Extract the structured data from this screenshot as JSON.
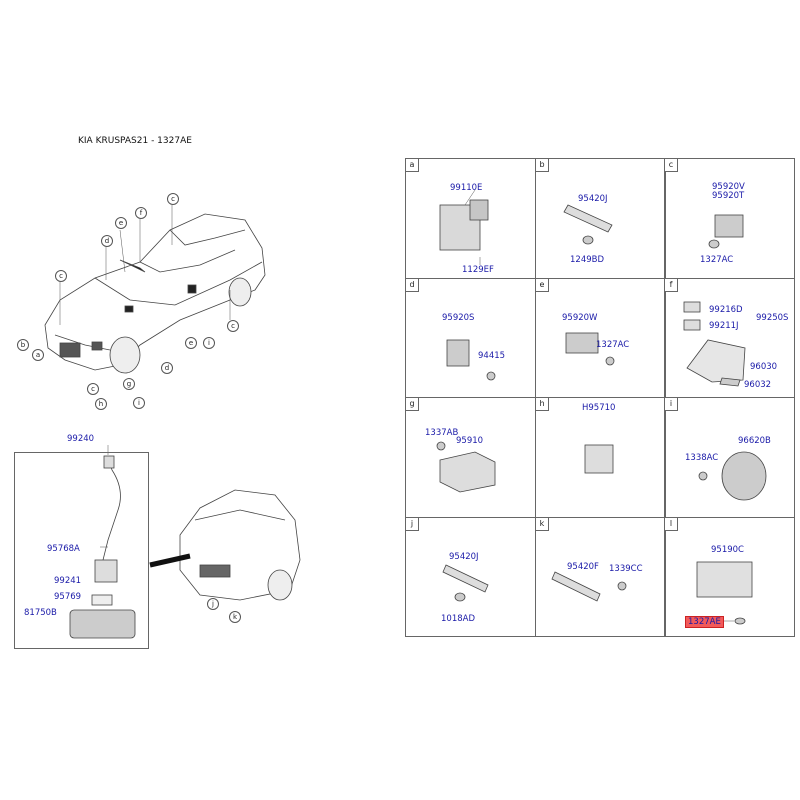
{
  "title": "KIA KRUSPAS21 - 1327AE",
  "cells": [
    {
      "letter": "a",
      "parts": [
        "99110E",
        "1129EF"
      ]
    },
    {
      "letter": "b",
      "parts": [
        "95420J",
        "1249BD"
      ]
    },
    {
      "letter": "c",
      "parts": [
        "95920V",
        "95920T",
        "1327AC"
      ]
    },
    {
      "letter": "d",
      "parts": [
        "95920S",
        "94415"
      ]
    },
    {
      "letter": "e",
      "parts": [
        "95920W",
        "1327AC"
      ]
    },
    {
      "letter": "f",
      "parts": [
        "99216D",
        "99211J",
        "99250S",
        "96030",
        "96032"
      ]
    },
    {
      "letter": "g",
      "parts": [
        "1337AB",
        "95910"
      ]
    },
    {
      "letter": "h",
      "parts": [
        "H95710"
      ]
    },
    {
      "letter": "i",
      "parts": [
        "96620B",
        "1338AC"
      ]
    },
    {
      "letter": "j",
      "parts": [
        "95420J",
        "1018AD"
      ]
    },
    {
      "letter": "k",
      "parts": [
        "95420F",
        "1339CC"
      ]
    },
    {
      "letter": "l",
      "parts": [
        "95190C",
        "1327AE"
      ]
    }
  ],
  "inset": {
    "parts": [
      "99240",
      "95768A",
      "99241",
      "95769",
      "81750B"
    ]
  },
  "car_callouts": [
    "c",
    "e",
    "f",
    "d",
    "c",
    "b",
    "a",
    "d",
    "e",
    "i",
    "c",
    "c",
    "h",
    "g",
    "i",
    "j",
    "k"
  ],
  "highlight_part": "1327AE",
  "highlight_color": "#f25a5a"
}
